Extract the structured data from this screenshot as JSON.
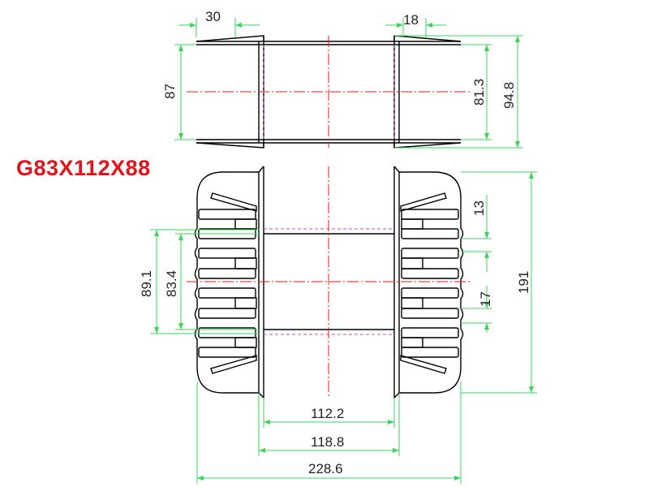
{
  "title": "G83X112X88",
  "colors": {
    "title": "#e0141a",
    "outline": "#000000",
    "dimension": "#3ad65a",
    "centerline": "#e01a1a",
    "hidden": "#d040c0"
  },
  "dims": {
    "top_left_flange": "30",
    "top_right_flange": "18",
    "top_height": "87",
    "top_inner_height": "81.3",
    "top_outer_height": "94.8",
    "bottom_pitch": "13",
    "bottom_height": "191",
    "bottom_slot": "17",
    "bottom_left_outer": "89.1",
    "bottom_left_inner": "83.4",
    "bottom_width_inner": "112.2",
    "bottom_width_mid": "118.8",
    "bottom_width_total": "228.6"
  }
}
